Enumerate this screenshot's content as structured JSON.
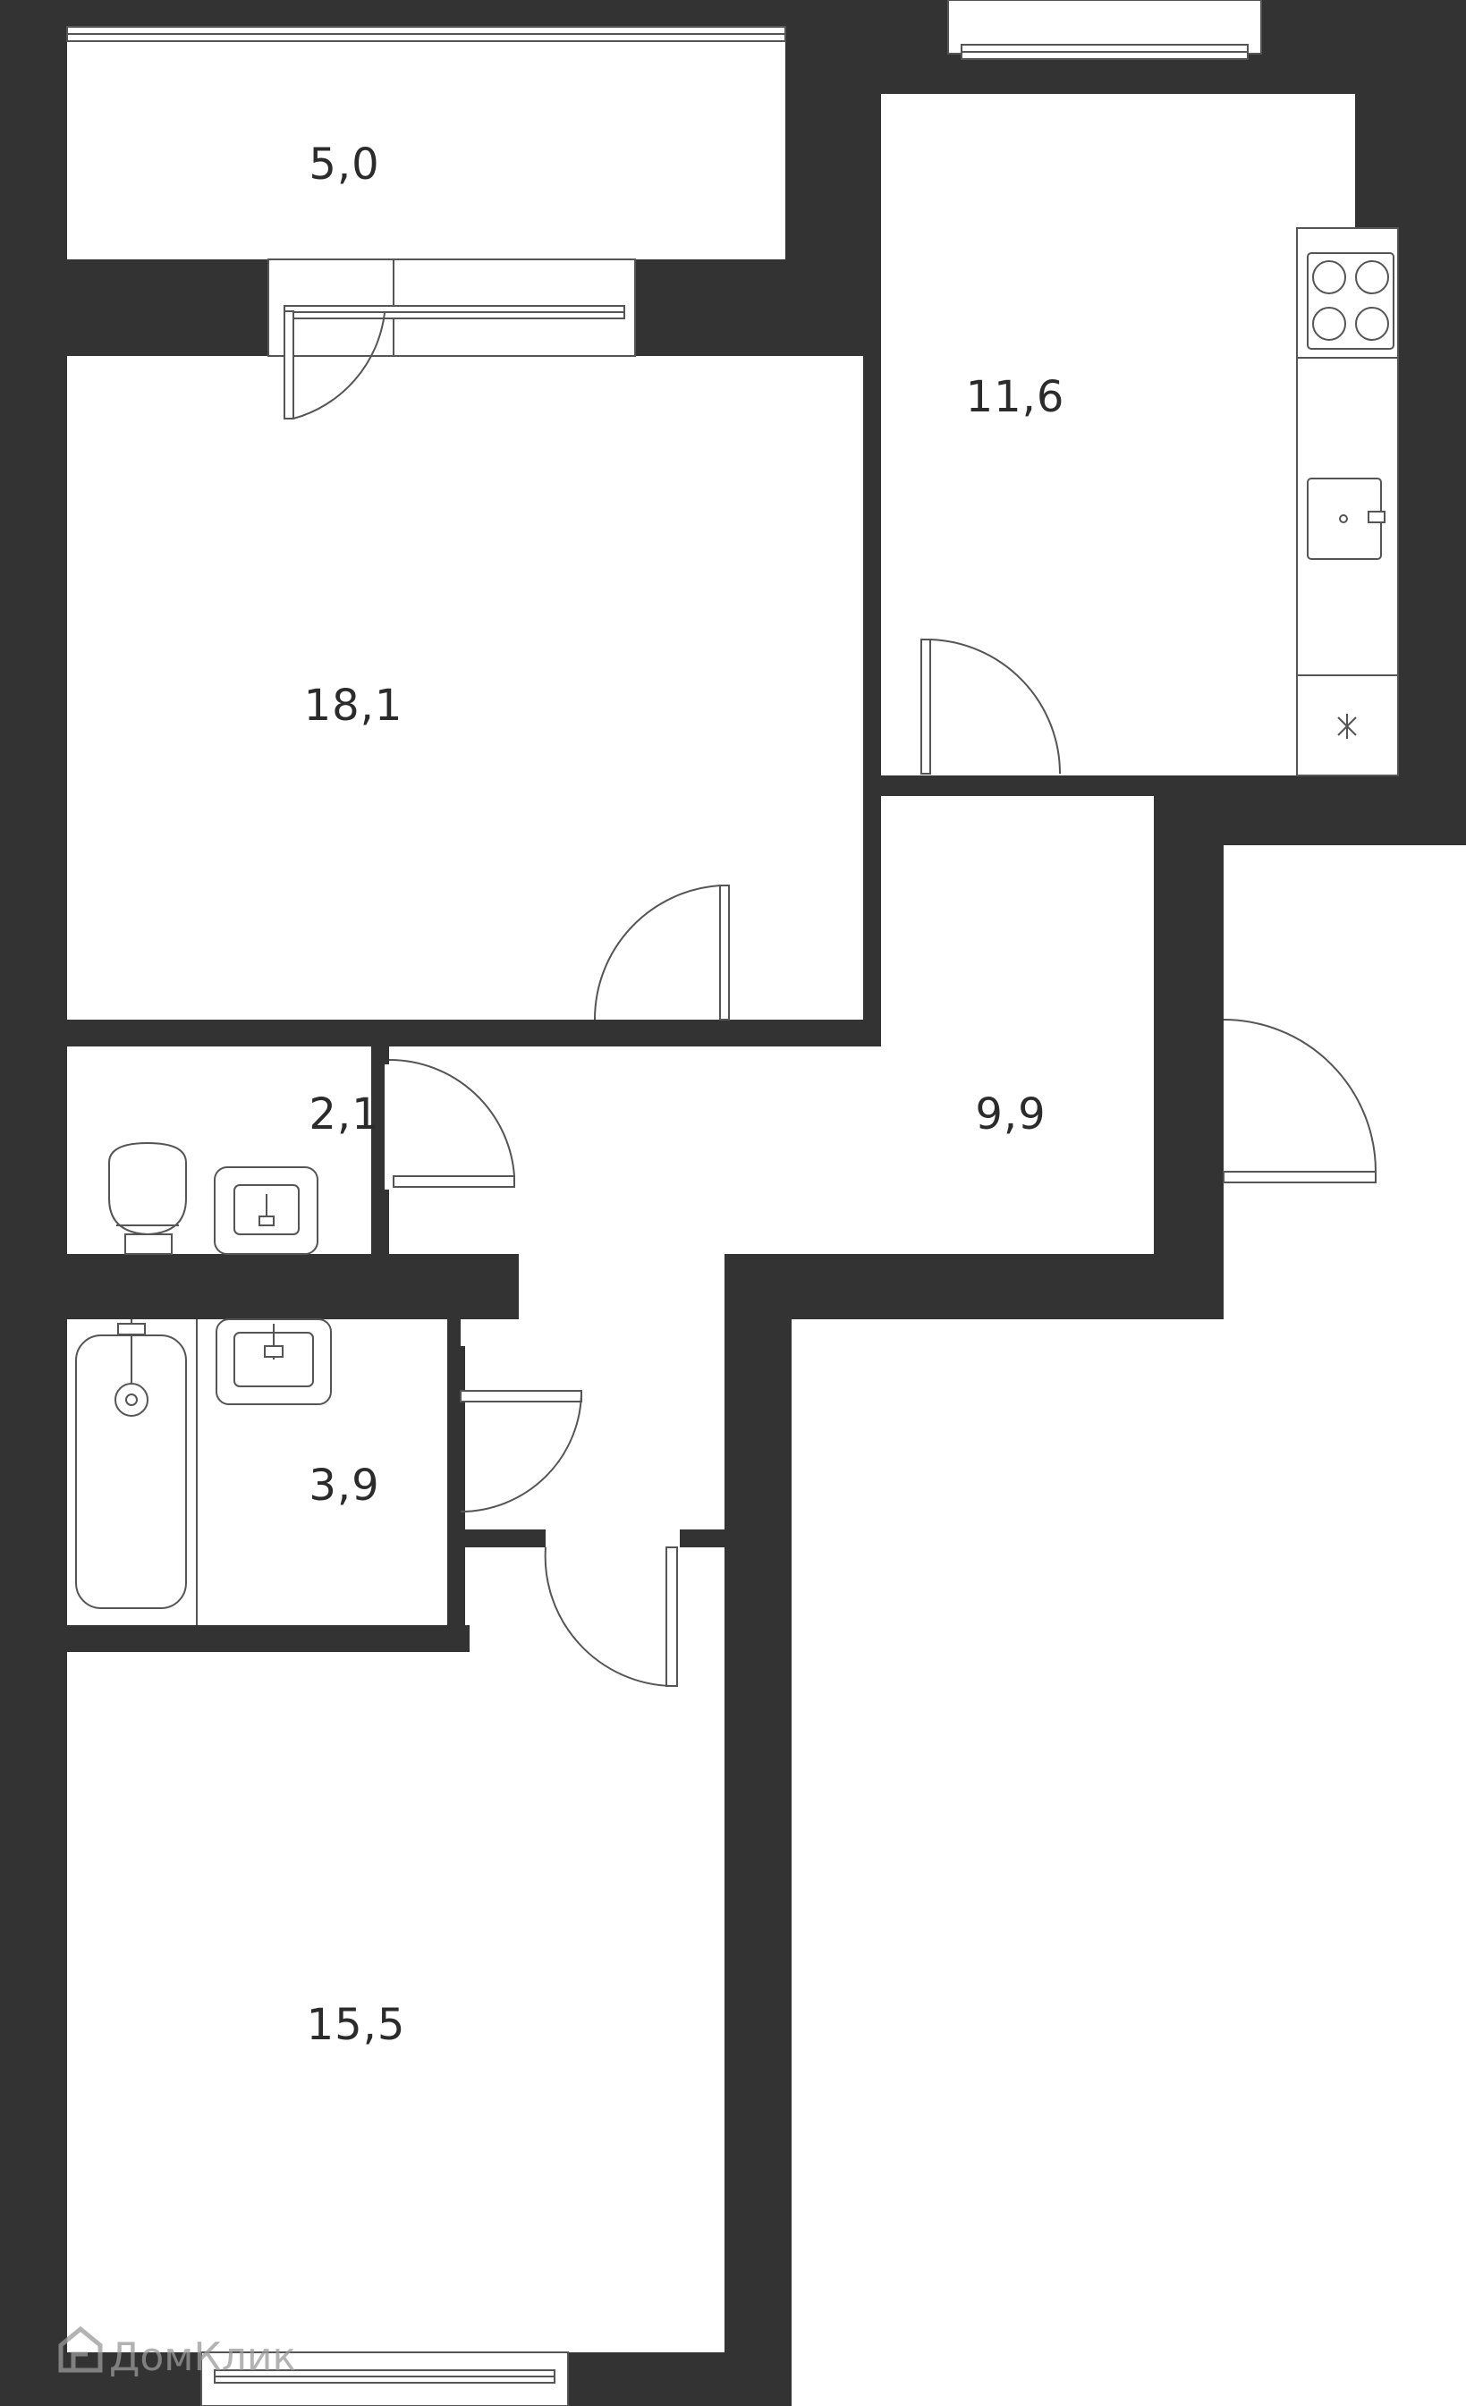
{
  "plan": {
    "colors": {
      "wall": "#333333",
      "floor": "#ffffff",
      "line": "#555555",
      "label": "#2b2b2b"
    },
    "rooms": [
      {
        "id": "balcony",
        "label": "5,0"
      },
      {
        "id": "kitchen",
        "label": "11,6"
      },
      {
        "id": "living_room",
        "label": "18,1"
      },
      {
        "id": "toilet",
        "label": "2,1"
      },
      {
        "id": "hallway",
        "label": "9,9"
      },
      {
        "id": "bathroom",
        "label": "3,9"
      },
      {
        "id": "bedroom",
        "label": "15,5"
      }
    ],
    "icons": [
      "stove-icon",
      "kitchen-sink-icon",
      "fridge-icon",
      "toilet-icon",
      "washbasin-icon",
      "bathtub-icon",
      "door-swing-icon",
      "window-icon",
      "domclick-logo-icon"
    ],
    "watermark": "ДомКлик"
  }
}
